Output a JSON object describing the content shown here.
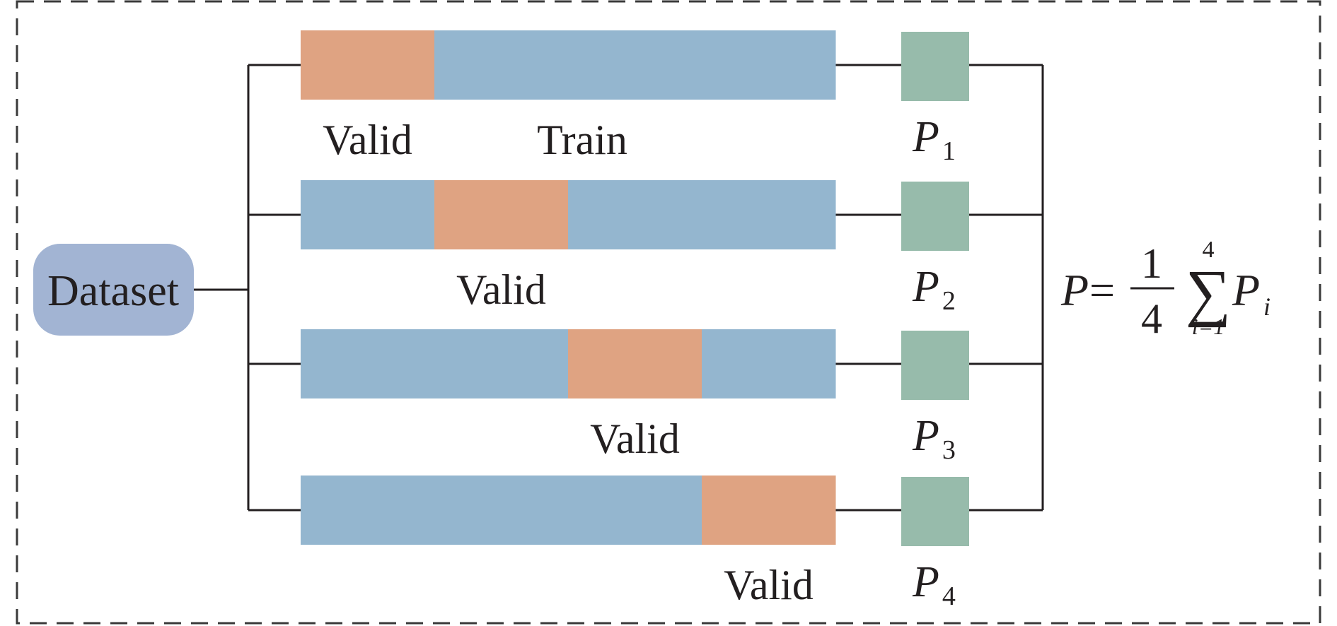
{
  "dataset": {
    "label": "Dataset"
  },
  "folds": [
    {
      "valid_label": "Valid",
      "train_label": "Train",
      "valid_index": 0,
      "p_symbol": "P",
      "p_subscript": "1"
    },
    {
      "valid_label": "Valid",
      "valid_index": 1,
      "p_symbol": "P",
      "p_subscript": "2"
    },
    {
      "valid_label": "Valid",
      "valid_index": 2,
      "p_symbol": "P",
      "p_subscript": "3"
    },
    {
      "valid_label": "Valid",
      "valid_index": 3,
      "p_symbol": "P",
      "p_subscript": "4"
    }
  ],
  "segments_per_fold": 4,
  "formula": {
    "lhs": "P",
    "equals": "=",
    "numerator": "1",
    "denominator": "4",
    "sum_symbol": "∑",
    "sum_upper": "4",
    "sum_lower": "i=1",
    "term": "P",
    "term_subscript": "i"
  },
  "colors": {
    "dataset": "#a2b4d3",
    "train": "#94b6cf",
    "valid": "#dfa382",
    "prediction": "#97bbab",
    "line": "#231f20",
    "border": "#3a3a3a"
  }
}
